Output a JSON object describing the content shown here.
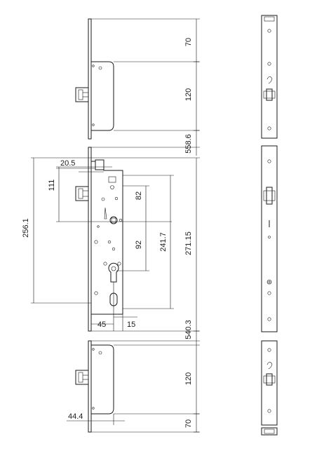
{
  "dimensions": {
    "top_upper": "70",
    "top_lower": "120",
    "top_total": "558.6",
    "main_offset": "20.5",
    "main_111": "111",
    "main_256": "256.1",
    "main_82": "82",
    "main_92": "92",
    "main_241": "241.7",
    "main_271": "271.15",
    "main_45": "45",
    "main_15": "15",
    "main_total": "540.3",
    "bottom_120": "120",
    "bottom_70": "70",
    "bottom_44": "44.4"
  },
  "colors": {
    "line": "#1a1a1a",
    "background": "#ffffff"
  }
}
